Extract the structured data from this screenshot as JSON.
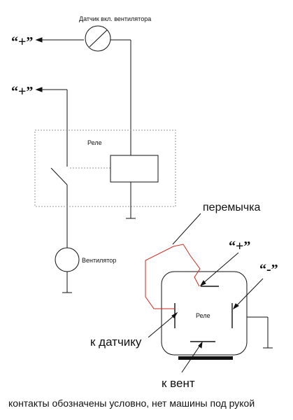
{
  "labels": {
    "sensor": "Датчик вкл. вентилятора",
    "plus_top": "“+”",
    "plus_second": "“+”",
    "relay_top": "Реле",
    "fan": "Вентилятор",
    "jumper": "перемычка",
    "plus_relay": "“+”",
    "minus_relay": "“-”",
    "relay_bottom": "Реле",
    "to_sensor": "к датчику",
    "to_fan": "к вент",
    "footnote": "контакты обозначены условно, нет машины под рукой"
  },
  "colors": {
    "line": "#111111",
    "dotted_box": "#9a9a9a",
    "jumper": "#cc2a1e",
    "contact_bar": "#111111"
  }
}
